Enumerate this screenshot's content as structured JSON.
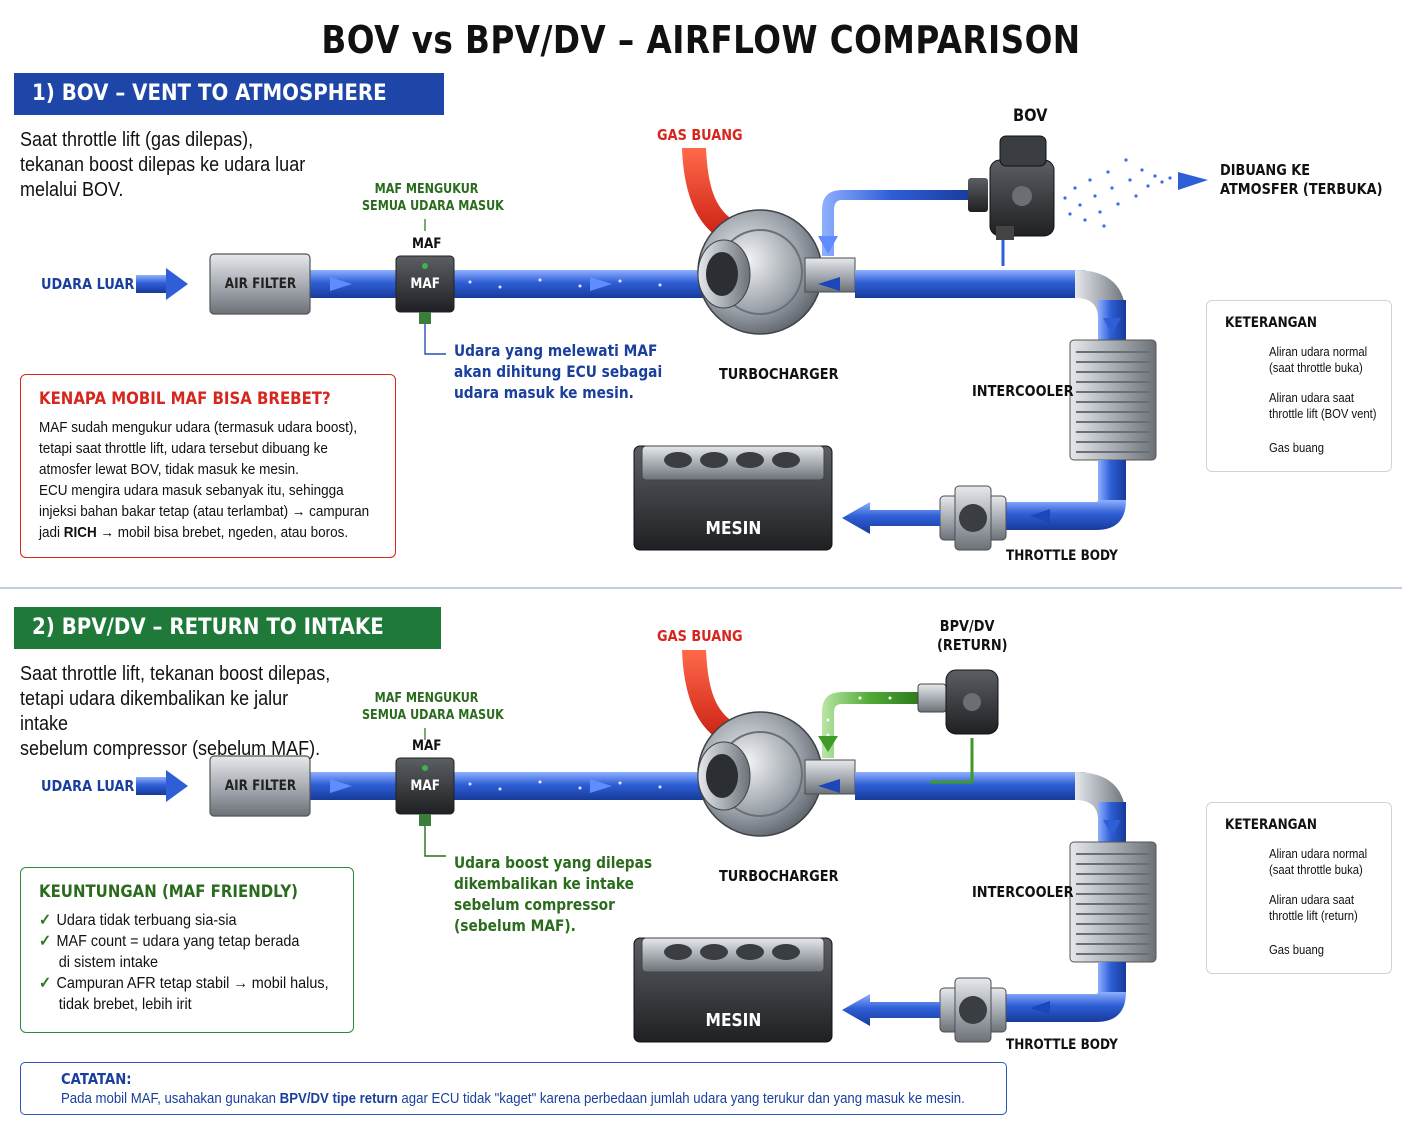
{
  "title": "BOV vs BPV/DV – AIRFLOW COMPARISON",
  "colors": {
    "blue_header": "#1e46a8",
    "green_header": "#1f7a3a",
    "red": "#d6261d",
    "flow_blue": "#2f5fd6",
    "flow_green": "#3f9a2a"
  },
  "section1": {
    "header": "1) BOV – VENT TO ATMOSPHERE",
    "intro": [
      "Saat throttle lift (gas dilepas),",
      "tekanan boost dilepas ke udara luar",
      "melalui BOV."
    ],
    "udara_luar": "UDARA LUAR",
    "air_filter": "AIR FILTER",
    "maf_note": [
      "MAF MENGUKUR",
      "SEMUA UDARA MASUK"
    ],
    "maf_label": "MAF",
    "maf_box": "MAF",
    "maf_callout": [
      "Udara yang melewati MAF",
      "akan dihitung ECU sebagai",
      "udara masuk ke mesin."
    ],
    "gas_buang": "GAS BUANG",
    "turbocharger": "TURBOCHARGER",
    "valve_label": "BOV",
    "vent_label": [
      "DIBUANG KE",
      "ATMOSFER (TERBUKA)"
    ],
    "intercooler": "INTERCOOLER",
    "mesin": "MESIN",
    "throttle_body": "THROTTLE BODY",
    "info": {
      "title": "KENAPA MOBIL MAF BISA BREBET?",
      "lines": [
        "MAF sudah mengukur udara (termasuk udara boost),",
        "tetapi saat throttle lift, udara tersebut dibuang ke",
        "atmosfer lewat BOV, tidak masuk ke mesin.",
        "ECU mengira udara masuk sebanyak itu, sehingga",
        "injeksi bahan bakar tetap (atau terlambat) → campuran"
      ],
      "last_pre": "jadi ",
      "last_bold": "RICH",
      "last_post": " → mobil bisa brebet, ngeden, atau boros."
    },
    "legend": {
      "title": "KETERANGAN",
      "items": [
        [
          "Aliran udara normal",
          "(saat throttle buka)"
        ],
        [
          "Aliran udara saat",
          "throttle lift (BOV vent)"
        ],
        [
          "Gas buang"
        ]
      ]
    }
  },
  "section2": {
    "header": "2) BPV/DV – RETURN TO INTAKE",
    "intro": [
      "Saat throttle lift, tekanan boost dilepas,",
      "tetapi udara dikembalikan ke jalur intake",
      "sebelum compressor (sebelum MAF)."
    ],
    "udara_luar": "UDARA LUAR",
    "air_filter": "AIR FILTER",
    "maf_note": [
      "MAF MENGUKUR",
      "SEMUA UDARA MASUK"
    ],
    "maf_label": "MAF",
    "maf_box": "MAF",
    "maf_callout": [
      "Udara boost yang dilepas",
      "dikembalikan ke intake",
      "sebelum compressor",
      "(sebelum MAF)."
    ],
    "gas_buang": "GAS BUANG",
    "turbocharger": "TURBOCHARGER",
    "valve_label": [
      "BPV/DV",
      "(RETURN)"
    ],
    "intercooler": "INTERCOOLER",
    "mesin": "MESIN",
    "throttle_body": "THROTTLE BODY",
    "info": {
      "title": "KEUNTUNGAN (MAF FRIENDLY)",
      "items": [
        "Udara tidak terbuang sia-sia",
        "MAF count = udara yang tetap berada",
        "Campuran AFR tetap stabil → mobil halus,"
      ],
      "cont": [
        "di sistem intake",
        "tidak brebet, lebih irit"
      ]
    },
    "legend": {
      "title": "KETERANGAN",
      "items": [
        [
          "Aliran udara normal",
          "(saat throttle buka)"
        ],
        [
          "Aliran udara saat",
          "throttle lift (return)"
        ],
        [
          "Gas buang"
        ]
      ]
    }
  },
  "note": {
    "title": "CATATAN:",
    "pre": "Pada mobil MAF, usahakan gunakan ",
    "bold": "BPV/DV tipe return",
    "post": " agar ECU tidak \"kaget\" karena perbedaan jumlah udara yang terukur dan yang masuk ke mesin."
  }
}
